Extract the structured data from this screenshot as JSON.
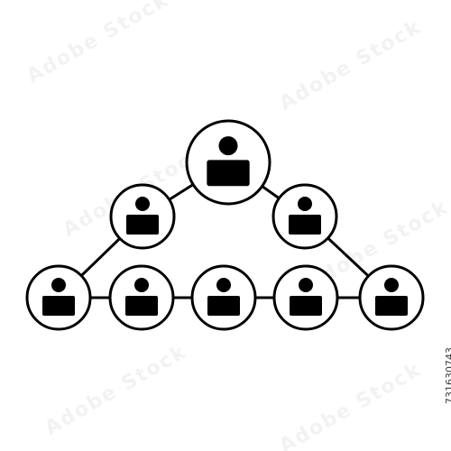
{
  "diagram": {
    "style": {
      "stroke_color": "#000000",
      "fill_color": "#ffffff",
      "icon_color": "#000000"
    },
    "nodes": [
      {
        "id": "top",
        "icon": "person-icon",
        "size": "large"
      },
      {
        "id": "mid-left",
        "icon": "person-icon",
        "size": "medium"
      },
      {
        "id": "mid-right",
        "icon": "person-icon",
        "size": "medium"
      },
      {
        "id": "bottom-1",
        "icon": "person-icon",
        "size": "medium"
      },
      {
        "id": "bottom-2",
        "icon": "person-icon",
        "size": "medium"
      },
      {
        "id": "bottom-3",
        "icon": "person-icon",
        "size": "medium"
      },
      {
        "id": "bottom-4",
        "icon": "person-icon",
        "size": "medium"
      },
      {
        "id": "bottom-5",
        "icon": "person-icon",
        "size": "medium"
      }
    ],
    "edges": [
      [
        "top",
        "mid-left"
      ],
      [
        "top",
        "mid-right"
      ],
      [
        "mid-left",
        "bottom-1"
      ],
      [
        "mid-right",
        "bottom-5"
      ],
      [
        "bottom-1",
        "bottom-2"
      ],
      [
        "bottom-2",
        "bottom-3"
      ],
      [
        "bottom-3",
        "bottom-4"
      ],
      [
        "bottom-4",
        "bottom-5"
      ]
    ]
  },
  "watermark": {
    "text": "Adobe Stock"
  },
  "stock_id": "731630743"
}
